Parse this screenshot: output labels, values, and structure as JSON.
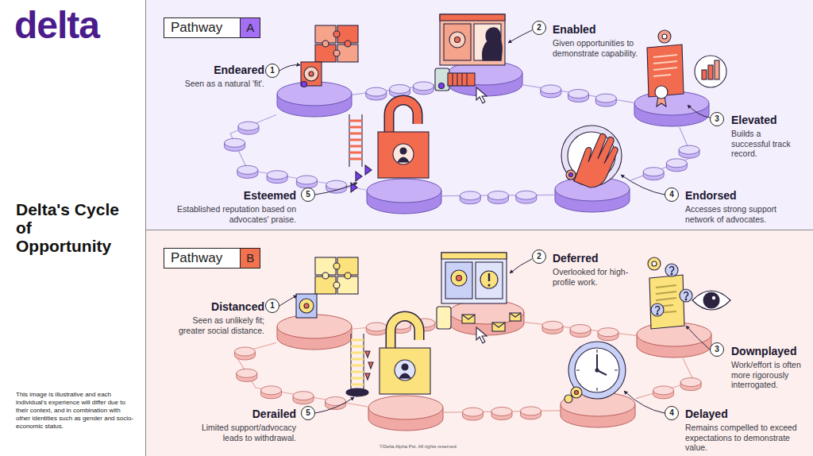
{
  "diagram": {
    "title": "Delta's Cycle of Opportunity",
    "caption": "This image is illustrative and each individual's experience will differ due to their context, and in combination with other identities such as gender and socio-economic status.",
    "nodes": [
      {
        "text": [
          "Pathway",
          "A"
        ]
      },
      {
        "text": [
          "Endeared",
          "Seen as a natural 'fit'."
        ],
        "in": 0
      },
      {
        "text": [
          "Enabled",
          "Given opportunities to demonstrate capability."
        ],
        "in": 0
      },
      {
        "text": [
          "Elevated",
          "Builds a successful track record."
        ],
        "in": 0
      },
      {
        "text": [
          "Endorsed",
          "Accesses strong support network of advocates."
        ],
        "in": 0
      },
      {
        "text": [
          "Esteemed",
          "Established reputation based on advocates' praise."
        ],
        "in": 0
      },
      {
        "text": [
          "Pathway",
          "B"
        ]
      },
      {
        "text": [
          "Distanced",
          "Seen as unlikely fit; greater social distance."
        ],
        "in": 6
      },
      {
        "text": [
          "Deferred",
          "Overlooked for high-profile work."
        ],
        "in": 6
      },
      {
        "text": [
          "Downplayed",
          "Work/effort is often more rigorously interrogated."
        ],
        "in": 6
      },
      {
        "text": [
          "Delayed",
          "Remains compelled to exceed expectations to demonstrate value."
        ],
        "in": 6
      },
      {
        "text": [
          "Derailed",
          "Limited support/advocacy leads to withdrawal."
        ],
        "in": 6
      }
    ],
    "edges": [
      {
        "from": 1,
        "to": 2,
        "arrow": "none"
      },
      {
        "from": 2,
        "to": 3,
        "arrow": "none"
      },
      {
        "from": 3,
        "to": 4,
        "arrow": "none"
      },
      {
        "from": 4,
        "to": 5,
        "arrow": "none"
      },
      {
        "from": 5,
        "to": 1,
        "arrow": "none"
      },
      {
        "from": 7,
        "to": 8,
        "arrow": "none"
      },
      {
        "from": 8,
        "to": 9,
        "arrow": "none"
      },
      {
        "from": 9,
        "to": 10,
        "arrow": "none"
      },
      {
        "from": 10,
        "to": 11,
        "arrow": "none"
      },
      {
        "from": 11,
        "to": 7,
        "arrow": "none"
      }
    ],
    "labels": [
      "delta",
      "1",
      "2",
      "3",
      "4",
      "5",
      "1",
      "2",
      "3",
      "4",
      "5",
      "©Delta Alpha Pst. All rights reserved."
    ]
  }
}
